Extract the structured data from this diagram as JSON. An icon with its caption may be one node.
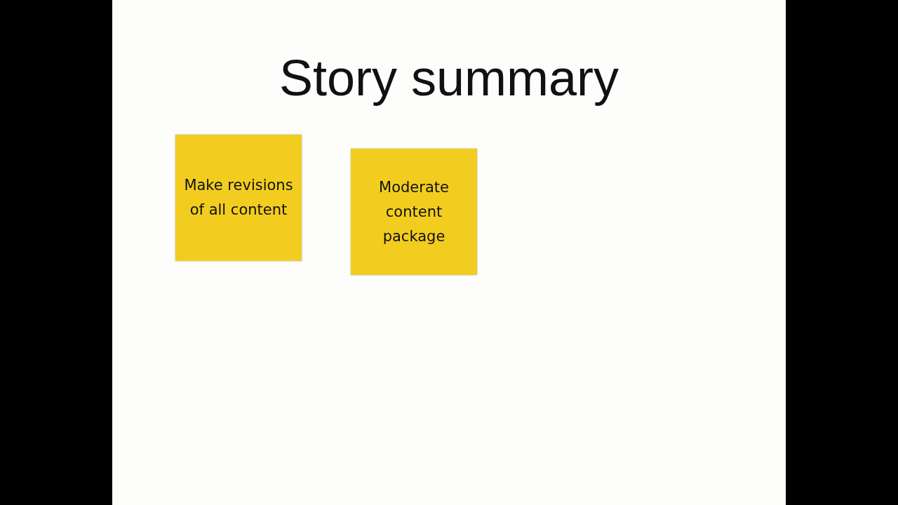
{
  "diagram": {
    "title": "Story summary",
    "nodes": [
      {
        "text": [
          "Make revisions of all content"
        ]
      },
      {
        "text": [
          "Moderate content package"
        ]
      }
    ]
  }
}
